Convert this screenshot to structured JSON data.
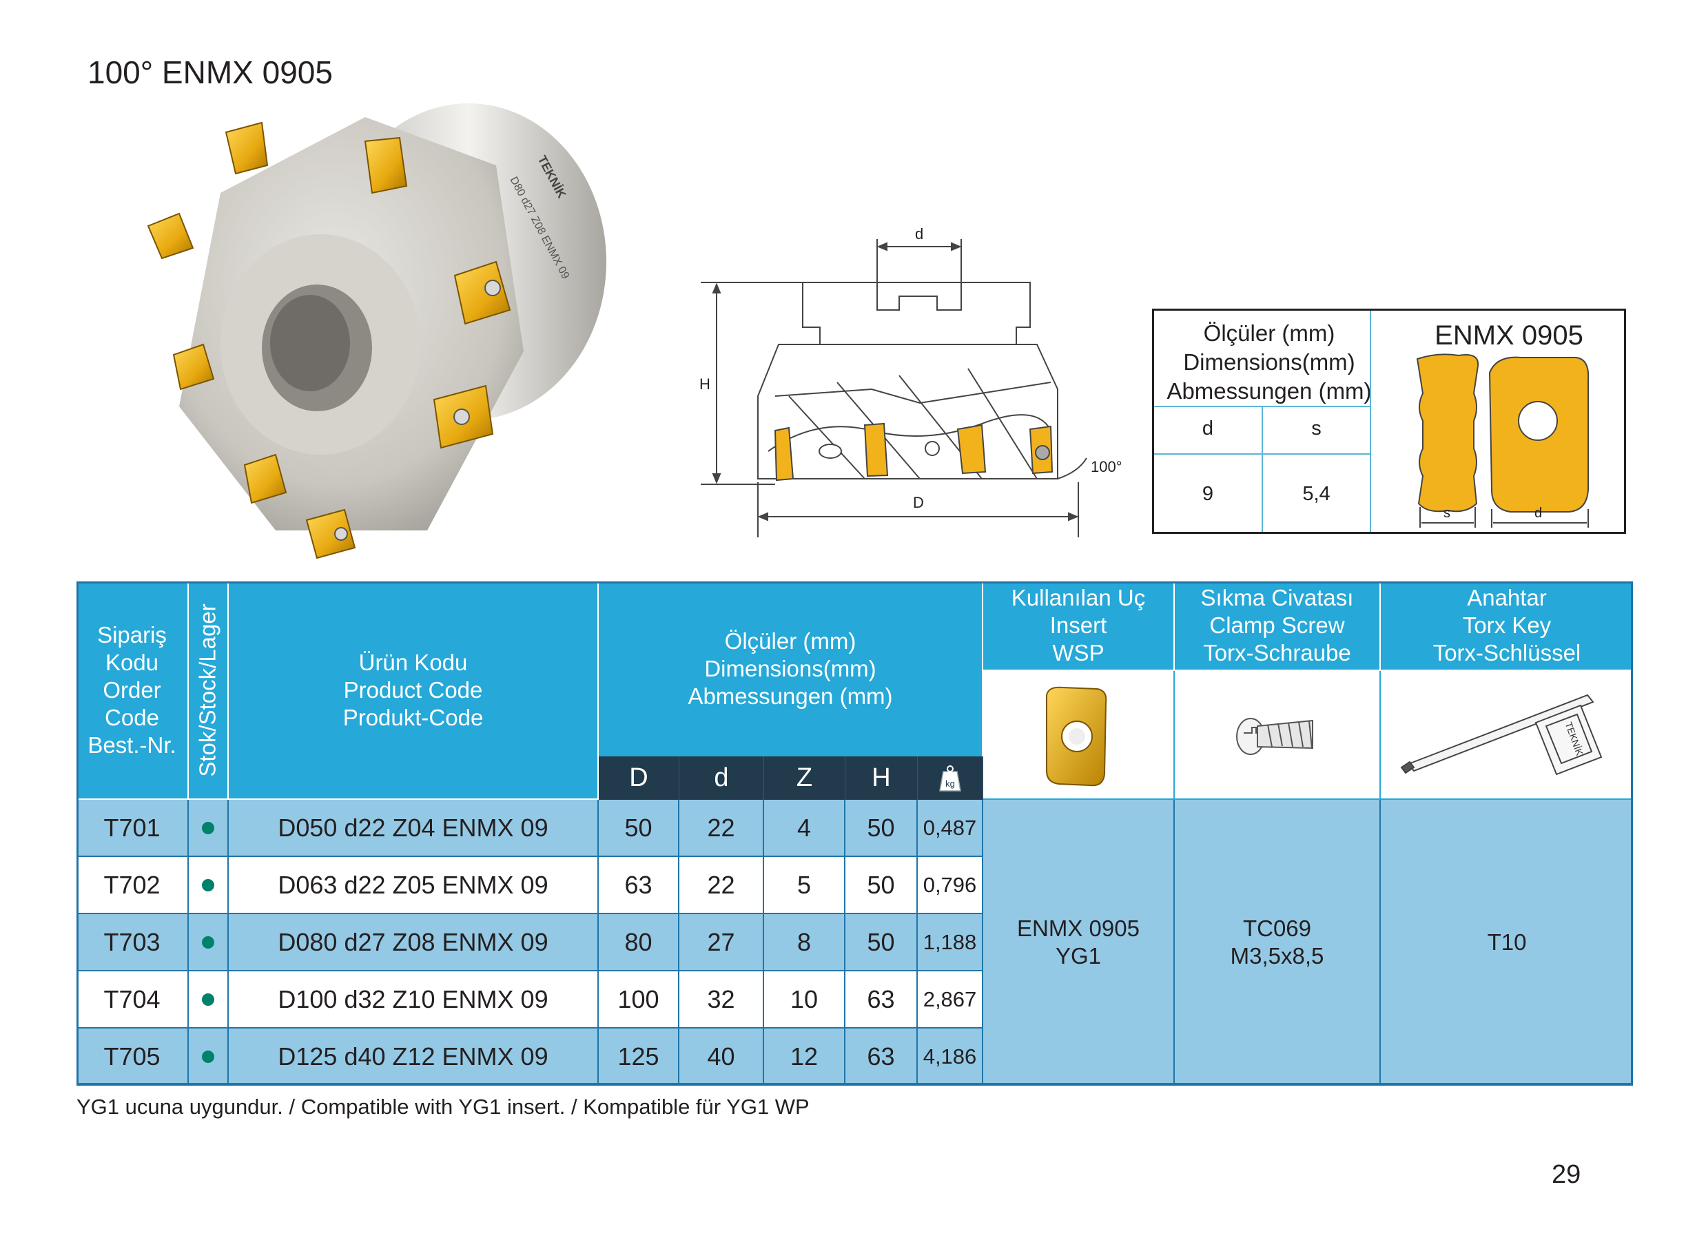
{
  "title": "100° ENMX 0905",
  "photo": {
    "brand_text": "TEKNİK",
    "marking_text": "D80 d27 Z08 ENMX 09"
  },
  "drawing": {
    "label_d": "d",
    "label_H": "H",
    "label_D": "D",
    "label_angle": "100°"
  },
  "insert_box": {
    "dims_title": [
      "Ölçüler (mm)",
      "Dimensions(mm)",
      "Abmessungen (mm)"
    ],
    "col_d": "d",
    "col_s": "s",
    "val_d": "9",
    "val_s": "5,4",
    "insert_name": "ENMX 0905",
    "label_s": "s",
    "label_d": "d"
  },
  "table": {
    "head_order": [
      "Sipariş",
      "Kodu",
      "Order",
      "Code",
      "Best.-Nr."
    ],
    "head_stock": "Stok/Stock/Lager",
    "head_product": [
      "Ürün Kodu",
      "Product Code",
      "Produkt-Code"
    ],
    "head_dims": [
      "Ölçüler (mm)",
      "Dimensions(mm)",
      "Abmessungen (mm)"
    ],
    "head_insert": [
      "Kullanılan Uç",
      "Insert",
      "WSP"
    ],
    "head_screw": [
      "Sıkma Civatası",
      "Clamp Screw",
      "Torx-Schraube"
    ],
    "head_key": [
      "Anahtar",
      "Torx Key",
      "Torx-Schlüssel"
    ],
    "sub_D": "D",
    "sub_d": "d",
    "sub_Z": "Z",
    "sub_H": "H",
    "weight_icon": "kg",
    "rows": [
      {
        "order": "T701",
        "product": "D050 d22 Z04 ENMX 09",
        "D": "50",
        "d": "22",
        "Z": "4",
        "H": "50",
        "kg": "0,487"
      },
      {
        "order": "T702",
        "product": "D063 d22 Z05 ENMX 09",
        "D": "63",
        "d": "22",
        "Z": "5",
        "H": "50",
        "kg": "0,796"
      },
      {
        "order": "T703",
        "product": "D080 d27 Z08 ENMX 09",
        "D": "80",
        "d": "27",
        "Z": "8",
        "H": "50",
        "kg": "1,188"
      },
      {
        "order": "T704",
        "product": "D100 d32 Z10 ENMX 09",
        "D": "100",
        "d": "32",
        "Z": "10",
        "H": "63",
        "kg": "2,867"
      },
      {
        "order": "T705",
        "product": "D125 d40 Z12 ENMX 09",
        "D": "125",
        "d": "40",
        "Z": "12",
        "H": "63",
        "kg": "4,186"
      }
    ],
    "insert_value": [
      "ENMX 0905",
      "YG1"
    ],
    "screw_value": [
      "TC069",
      "M3,5x8,5"
    ],
    "key_value": "T10",
    "key_logo": "TEKNİK"
  },
  "footnote": "YG1 ucuna uygundur. / Compatible with YG1 insert. / Kompatible für YG1 WP",
  "page_number": "29",
  "colors": {
    "header_blue": "#26a8d8",
    "row_blue": "#94c9e6",
    "sub_header": "#213b4d",
    "stock_dot": "#00816b",
    "insert_gold": "#f2b21c"
  }
}
